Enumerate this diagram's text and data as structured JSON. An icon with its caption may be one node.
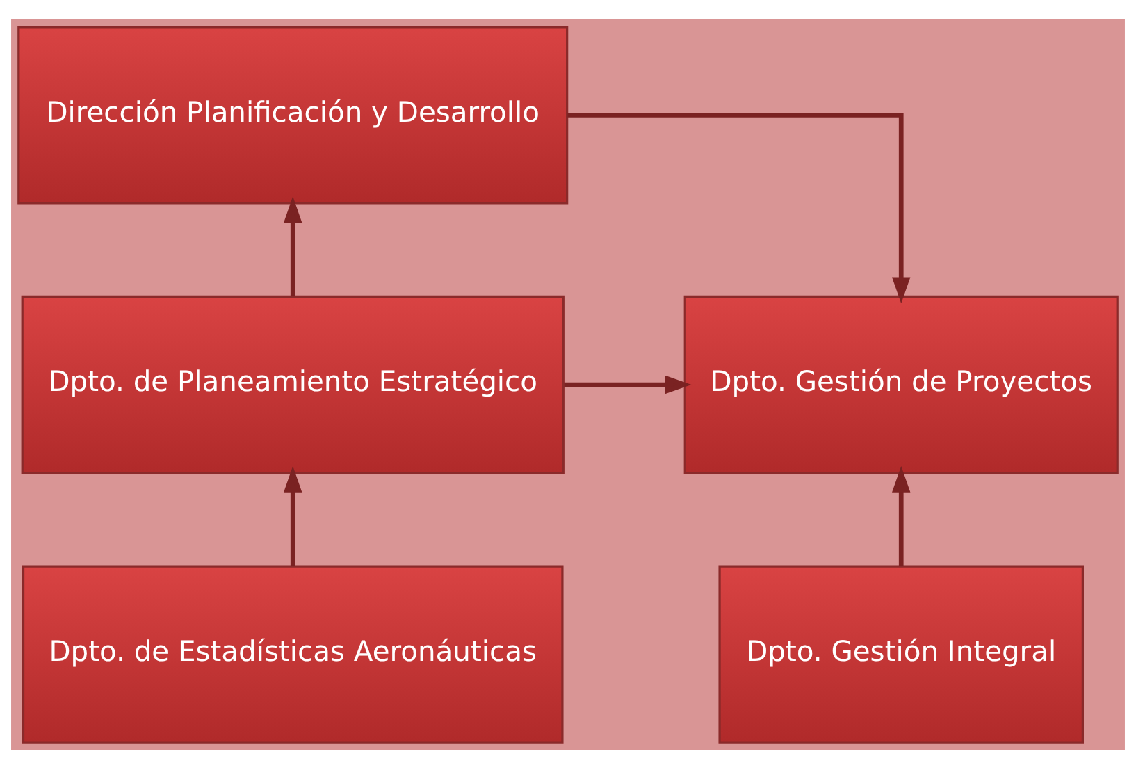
{
  "diagram": {
    "nodes": [
      {
        "text": [
          "Dirección Planificación y Desarrollo"
        ]
      },
      {
        "text": [
          "Dpto. de Planeamiento Estratégico"
        ]
      },
      {
        "text": [
          "Dpto. Gestión de Proyectos"
        ]
      },
      {
        "text": [
          "Dpto. de Estadísticas Aeronáuticas"
        ]
      },
      {
        "text": [
          "Dpto. Gestión Integral"
        ]
      }
    ],
    "edges": [
      {
        "from": 1,
        "to": 0,
        "arrow": "to"
      },
      {
        "from": 0,
        "to": 2,
        "arrow": "to"
      },
      {
        "from": 1,
        "to": 2,
        "arrow": "to"
      },
      {
        "from": 3,
        "to": 1,
        "arrow": "to"
      },
      {
        "from": 4,
        "to": 2,
        "arrow": "to"
      }
    ]
  }
}
